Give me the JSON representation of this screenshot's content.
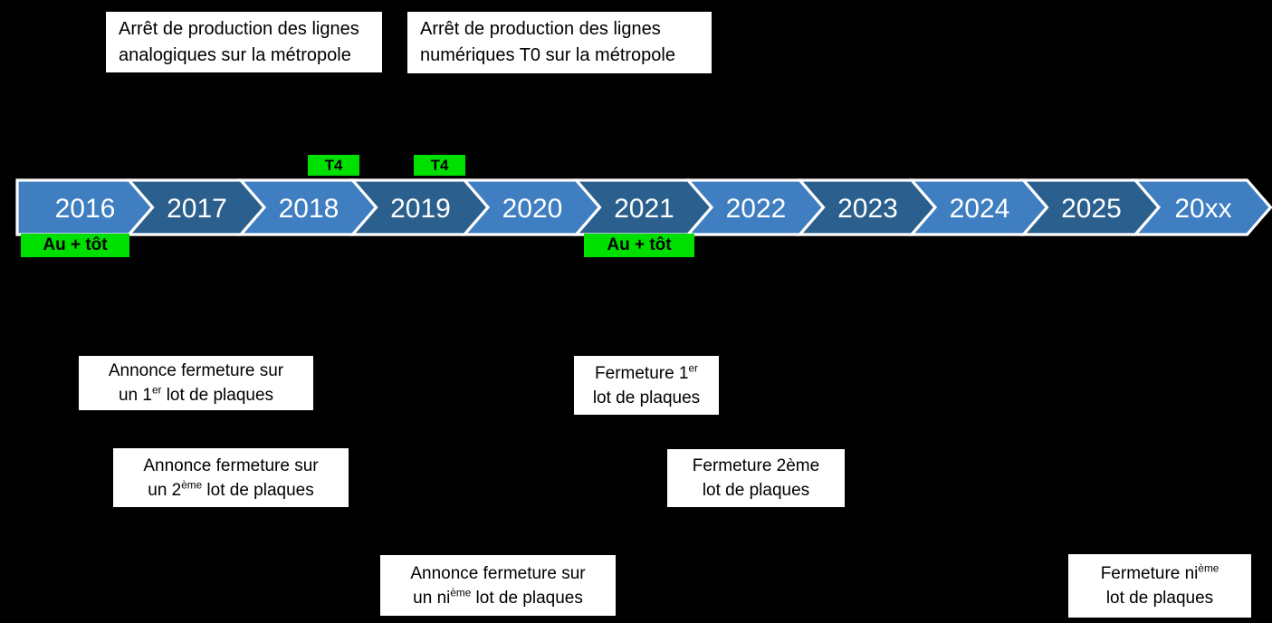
{
  "colors": {
    "background": "#000000",
    "chevron-light": "#3E7EC1",
    "chevron-dark": "#2B5F8D",
    "chevron-outline": "#FFFFFF",
    "marker-green": "#00E000",
    "marker-text": "#000000",
    "callout-bg": "#FFFFFF",
    "callout-text": "#000000",
    "year-text": "#FFFFFF"
  },
  "timeline": {
    "years": [
      "2016",
      "2017",
      "2018",
      "2019",
      "2020",
      "2021",
      "2022",
      "2023",
      "2024",
      "2025",
      "20xx"
    ]
  },
  "markers": {
    "t4_2018": "T4",
    "t4_2019": "T4",
    "au_tot_2016": "Au + tôt",
    "au_tot_2021": "Au + tôt"
  },
  "callouts": {
    "arret_analog": {
      "line1": "Arrêt de production des lignes",
      "line2": "analogiques sur la métropole"
    },
    "arret_num": {
      "line1": "Arrêt de production des lignes",
      "line2": "numériques T0 sur la métropole"
    },
    "annonce_1": {
      "line1": "Annonce fermeture sur",
      "l2_pre": "un 1",
      "l2_sup": "er",
      "l2_post": " lot de plaques"
    },
    "annonce_2": {
      "line1": "Annonce fermeture sur",
      "l2_pre": "un 2",
      "l2_sup": "ème",
      "l2_post": " lot de plaques"
    },
    "annonce_n": {
      "line1": "Annonce fermeture sur",
      "l2_pre": "un ni",
      "l2_sup": "ème",
      "l2_post": " lot de plaques"
    },
    "fermeture_1": {
      "l1_pre": "Fermeture 1",
      "l1_sup": "er",
      "line2": "lot de plaques"
    },
    "fermeture_2": {
      "line1": "Fermeture 2ème",
      "line2": "lot de plaques"
    },
    "fermeture_n": {
      "l1_pre": "Fermeture ni",
      "l1_sup": "ème",
      "line2": "lot de plaques"
    }
  }
}
